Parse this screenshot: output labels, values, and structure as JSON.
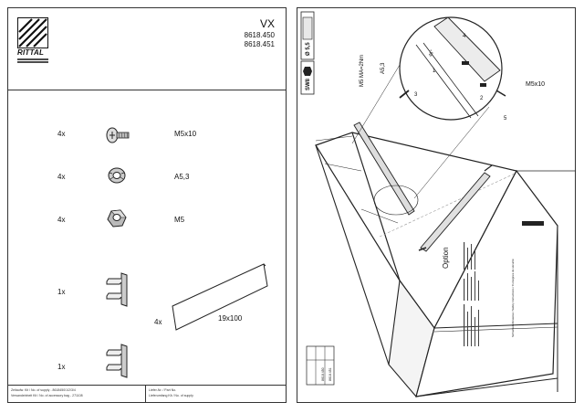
{
  "left_page": {
    "brand": "RITTAL",
    "product": "VX",
    "codes": [
      "8618.450",
      "8618.451"
    ],
    "parts": [
      {
        "qty": "4x",
        "label": "M5x10",
        "icon": "screw-icon"
      },
      {
        "qty": "4x",
        "label": "A5,3",
        "icon": "washer-icon"
      },
      {
        "qty": "4x",
        "label": "M5",
        "icon": "nut-icon"
      },
      {
        "qty": "1x",
        "label": "",
        "icon": "bracket-icon"
      },
      {
        "qty": "1x",
        "label": "",
        "icon": "bracket-icon"
      }
    ],
    "strip": {
      "qty": "4x",
      "label": "19x100"
    },
    "footer": {
      "left_line1": "Zeitaufw. Kit / No. of supply - 8618450/1/2/3/4",
      "left_line2": "Versandeinheit Kit / No. of accessory bag - 271108",
      "right_line1": "Liefer-Nr. / Part No.",
      "right_line2": "Lieferumfang Kit / No. of supply"
    }
  },
  "right_page": {
    "drill_label": "Ø 5,5",
    "tool_label": "SW8",
    "torque": "M5 MA=2Nm",
    "washer_label": "A5,3",
    "screw_label": "M5x10",
    "angle_label": "45°",
    "option_label": "Option",
    "step_numbers": [
      "1",
      "2",
      "3",
      "4",
      "5"
    ],
    "table_codes": [
      "8618.450",
      "8618.451"
    ],
    "notes": "Sicherheitshinweise / Safety instructions / Consignes de sécurité"
  }
}
